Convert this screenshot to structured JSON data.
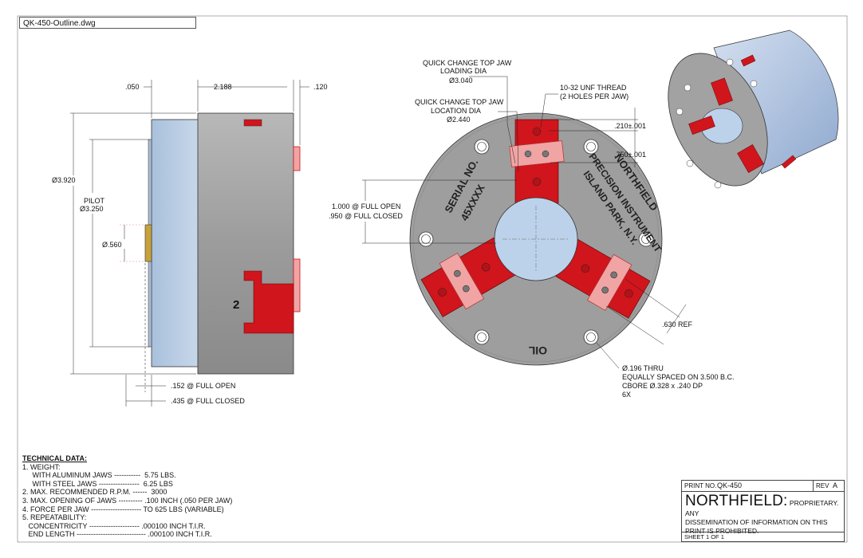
{
  "file_tab": "QK-450-Outline.dwg",
  "side_view": {
    "dim_050": ".050",
    "dim_2188": "2.188",
    "dim_120": ".120",
    "dim_3920": "Ø3.920",
    "pilot_label": "PILOT",
    "pilot_dia": "Ø3.250",
    "dim_560": "Ø.560",
    "jaw_number": "2",
    "dim_152": ".152 @ FULL OPEN",
    "dim_435": ".435 @ FULL CLOSED"
  },
  "front_view": {
    "loading_l1": "QUICK CHANGE TOP JAW",
    "loading_l2": "LOADING DIA",
    "loading_val": "Ø3.040",
    "location_l1": "QUICK CHANGE TOP JAW",
    "location_l2": "LOCATION DIA",
    "location_val": "Ø2.440",
    "thread_l1": "10-32 UNF THREAD",
    "thread_l2": "(2 HOLES PER JAW)",
    "dim_210": ".210±.001",
    "dim_750": ".750±.001",
    "open_l1": "1.000 @ FULL OPEN",
    "open_l2": ".950 @ FULL CLOSED",
    "dim_630": ".630 REF",
    "hole_l1": "Ø.196 THRU",
    "hole_l2": "EQUALLY SPACED ON 3.500 B.C.",
    "hole_l3": "CBORE Ø.328 x .240 DP",
    "hole_l4": "6X",
    "serial_l1": "SERIAL NO.",
    "serial_l2": "45XXXX",
    "brand_l1": "NORTHFIELD",
    "brand_l2": "PRECISION INSTRUMENT",
    "brand_l3": "ISLAND PARK, N.Y.",
    "oil_mark": "OIL"
  },
  "technical_data": {
    "heading": "TECHNICAL DATA:",
    "lines": [
      "1. WEIGHT:",
      "     WITH ALUMINUM JAWS -----------  5.75 LBS.",
      "     WITH STEEL JAWS -----------------  6.25 LBS",
      "2. MAX. RECOMMENDED R.P.M. ------  3000",
      "3. MAX. OPENING OF JAWS ---------- .100 INCH (.050 PER JAW)",
      "4. FORCE PER JAW --------------------- TO 625 LBS (VARIABLE)",
      "5. REPEATABILITY:",
      "   CONCENTRICITY --------------------- .000100 INCH T.I.R.",
      "   END LENGTH ----------------------------- .000100 INCH T.I.R."
    ]
  },
  "title_block": {
    "print_label": "PRINT NO.",
    "print_no": "QK-450",
    "rev_label": "REV",
    "rev": "A",
    "company": "NORTHFIELD:",
    "notice_a": "PROPRIETARY. ANY",
    "notice_b": "DISSEMINATION OF INFORMATION ON THIS",
    "notice_c": "PRINT IS PROHIBITED.",
    "sheet": "SHEET 1  OF 1"
  },
  "colors": {
    "body_gray": "#9a9a9a",
    "pilot_blue": "#b9cde4",
    "jaw_red": "#d0151c",
    "jaw_pink": "#f0a4a4",
    "bore_blue": "#bcd2ea"
  }
}
